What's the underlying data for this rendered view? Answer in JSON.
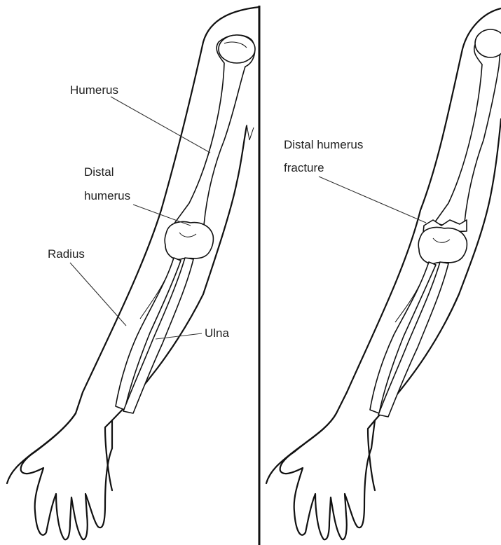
{
  "left_panel": {
    "labels": {
      "humerus": "Humerus",
      "distal_humerus_line1": "Distal",
      "distal_humerus_line2": "humerus",
      "radius": "Radius",
      "ulna": "Ulna"
    }
  },
  "right_panel": {
    "labels": {
      "fracture_line1": "Distal humerus",
      "fracture_line2": "fracture"
    }
  }
}
